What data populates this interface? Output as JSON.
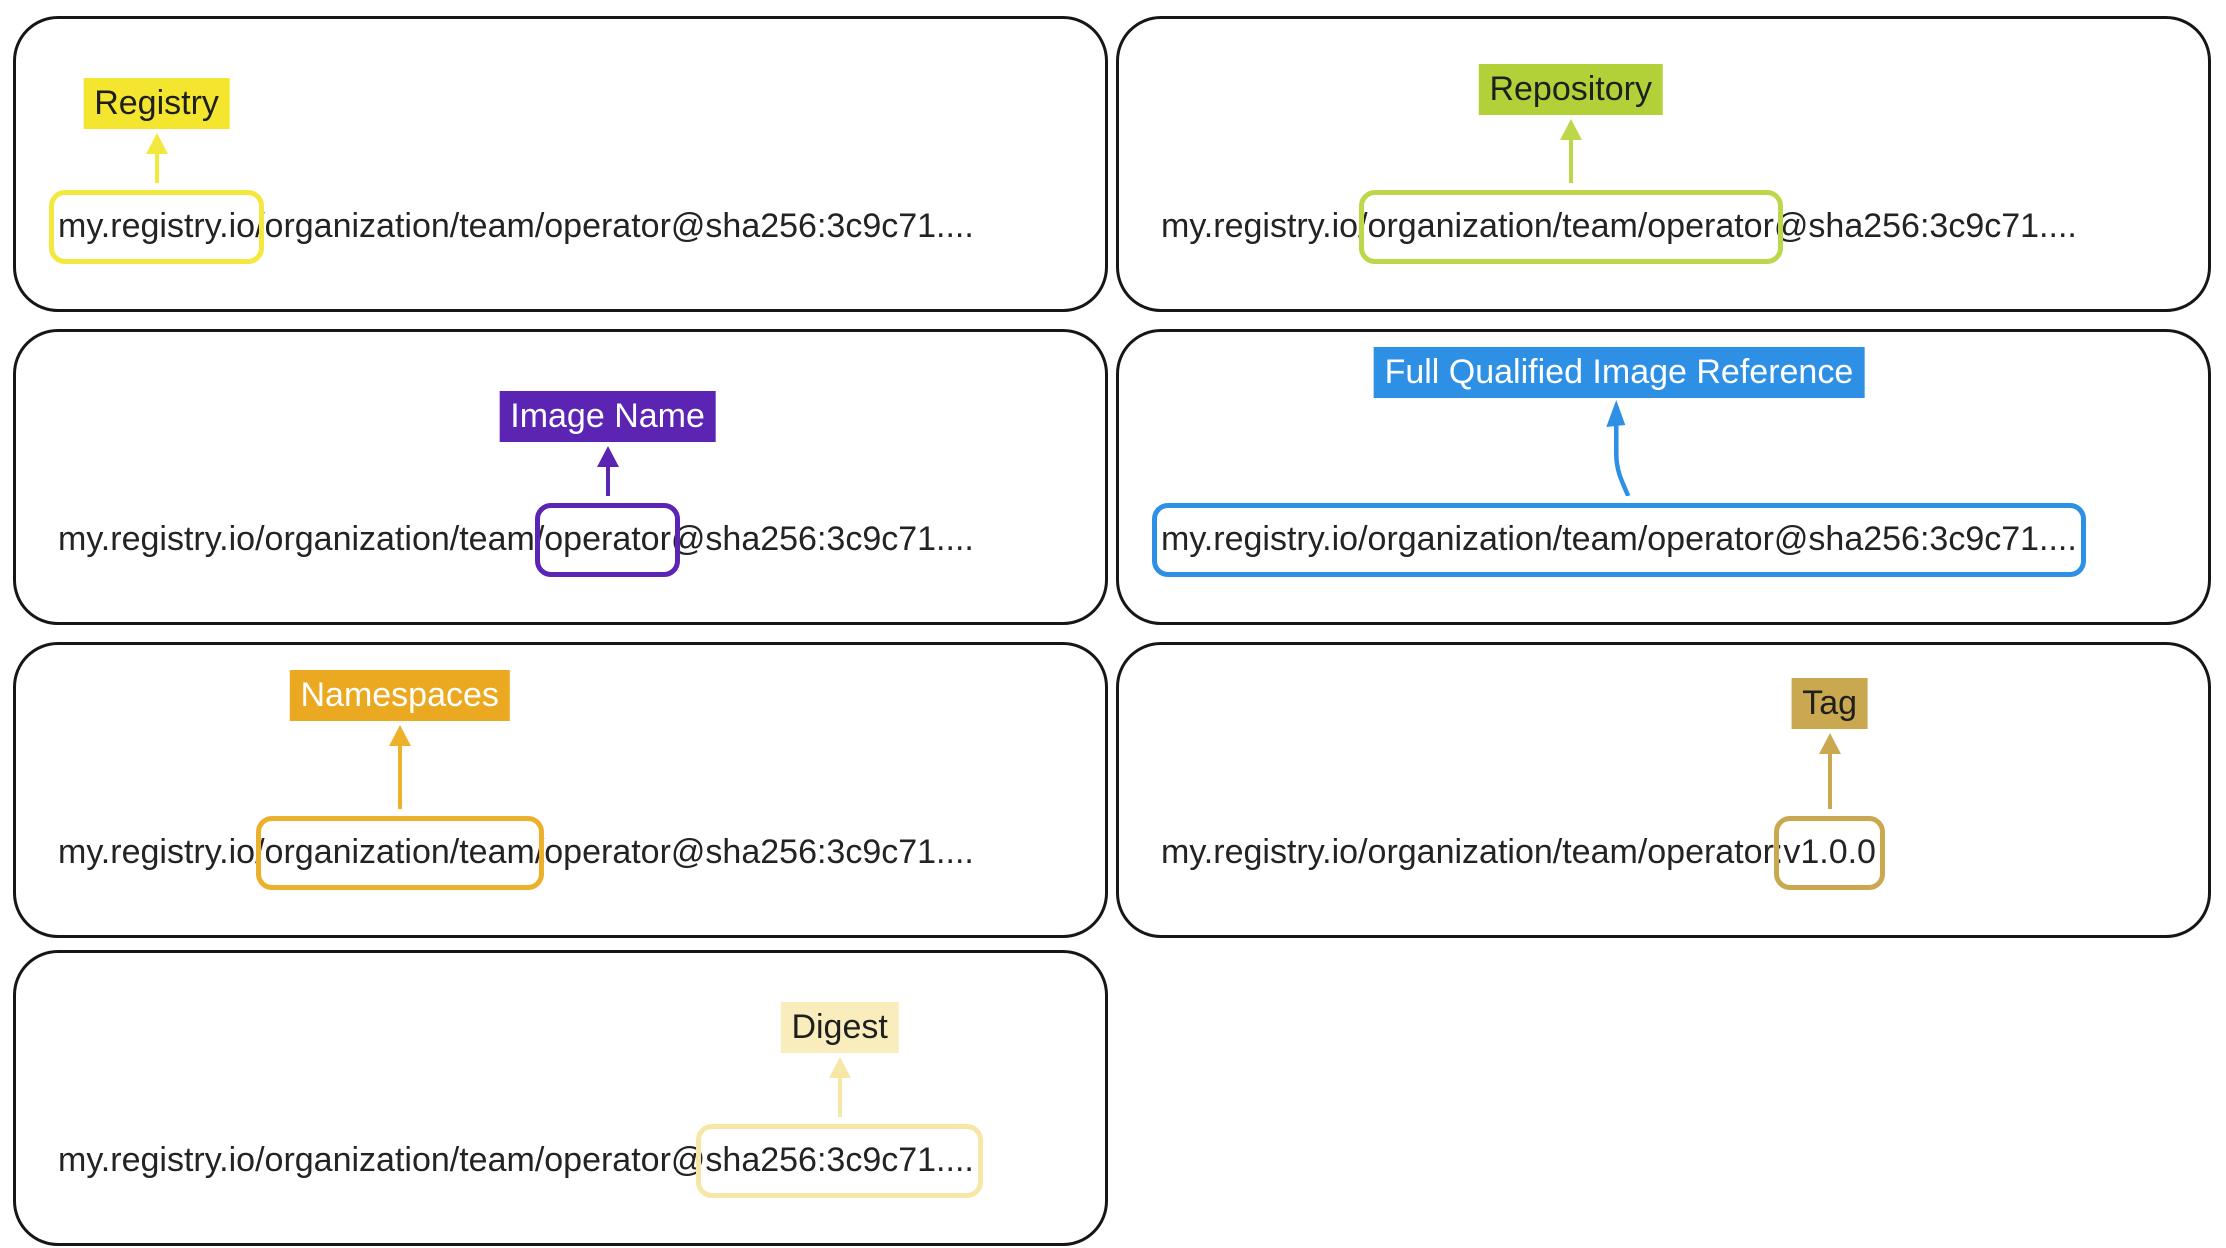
{
  "page": {
    "background": "#ffffff",
    "description_labels_present": [
      "Registry",
      "Repository",
      "Image Name",
      "Full Qualified Image Reference",
      "Namespaces",
      "Tag",
      "Digest"
    ]
  },
  "panels": [
    {
      "id": "registry",
      "label": "Registry",
      "prefix": "",
      "highlight": "my.registry.io",
      "suffix": "/organization/team/operator@sha256:3c9c71....",
      "chip_bg": "#f4e62f",
      "chip_fg": "#1f1f1f",
      "accent": "#f3e83e"
    },
    {
      "id": "repository",
      "label": "Repository",
      "prefix": "my.registry.io/",
      "highlight": "organization/team/operator",
      "suffix": "@sha256:3c9c71....",
      "chip_bg": "#b2d139",
      "chip_fg": "#1f1f1f",
      "accent": "#bcd84a"
    },
    {
      "id": "image-name",
      "label": "Image Name",
      "prefix": "my.registry.io/organization/team/",
      "highlight": "operator",
      "suffix": "@sha256:3c9c71....",
      "chip_bg": "#5b24b2",
      "chip_fg": "#ffffff",
      "accent": "#5b24b2"
    },
    {
      "id": "fqir",
      "label": "Full Qualified Image Reference",
      "prefix": "",
      "highlight": "my.registry.io/organization/team/operator@sha256:3c9c71....",
      "suffix": "",
      "chip_bg": "#2e90e5",
      "chip_fg": "#ffffff",
      "accent": "#2e90e5"
    },
    {
      "id": "namespaces",
      "label": "Namespaces",
      "prefix": "my.registry.io/",
      "highlight": "organization/team",
      "suffix": "/operator@sha256:3c9c71....",
      "chip_bg": "#eba921",
      "chip_fg": "#ffffff",
      "accent": "#edb02a"
    },
    {
      "id": "tag",
      "label": "Tag",
      "prefix": "my.registry.io/organization/team/operator:",
      "highlight": "v1.0.0",
      "suffix": "",
      "chip_bg": "#c9a84f",
      "chip_fg": "#1f1f1f",
      "accent": "#c9a850"
    },
    {
      "id": "digest",
      "label": "Digest",
      "prefix": "my.registry.io/organization/team/operator@",
      "highlight": "sha256:3c9c71....",
      "suffix": "",
      "chip_bg": "#faedbd",
      "chip_fg": "#1f1f1f",
      "accent": "#f7e7a6"
    }
  ]
}
